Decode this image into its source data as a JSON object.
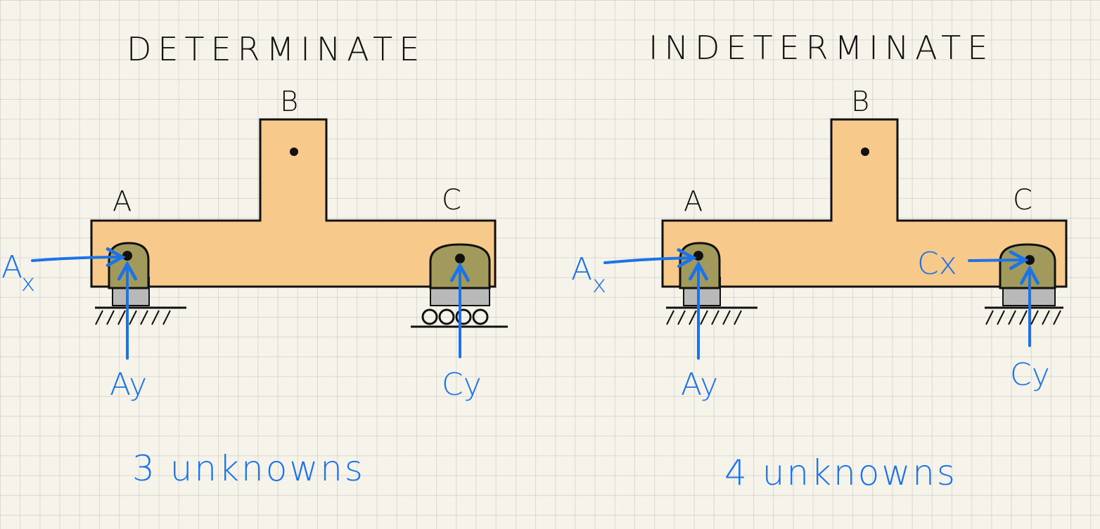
{
  "panels": {
    "determinate": {
      "title": "DETERMINATE",
      "point_a": "A",
      "point_b": "B",
      "point_c": "C",
      "reaction_ax": "A",
      "reaction_ax_sub": "x",
      "reaction_ay": "Ay",
      "reaction_cy": "Cy",
      "unknowns": "3 unknowns",
      "support_a": "pin",
      "support_c": "roller"
    },
    "indeterminate": {
      "title": "INDETERMINATE",
      "point_a": "A",
      "point_b": "B",
      "point_c": "C",
      "reaction_ax": "A",
      "reaction_ax_sub": "x",
      "reaction_ay": "Ay",
      "reaction_cx": "Cx",
      "reaction_cy": "Cy",
      "unknowns": "4 unknowns",
      "support_a": "pin",
      "support_c": "pin"
    }
  },
  "colors": {
    "body_fill": "#f7c98a",
    "support_fill": "#a29a5c",
    "support_base": "#b9b9b9",
    "force_blue": "#1a73e8",
    "ink": "#111111"
  }
}
